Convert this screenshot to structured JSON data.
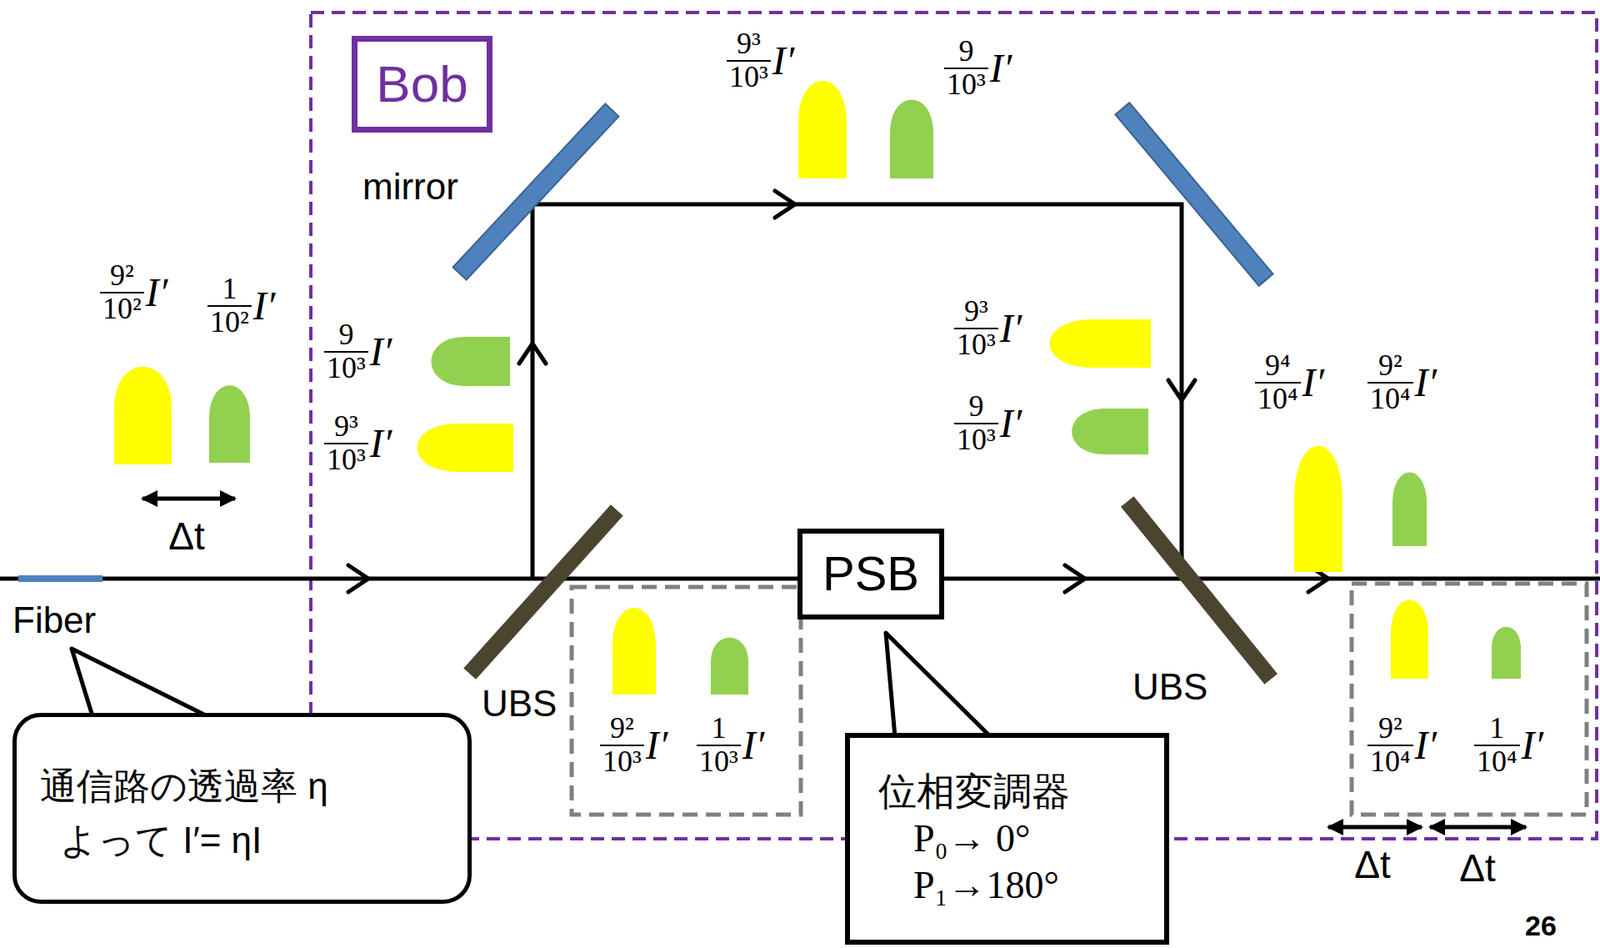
{
  "diagram": {
    "nodes": [
      {
        "text": [
          "Bob"
        ]
      },
      {
        "text": [
          "PSB"
        ]
      },
      {
        "text": [
          "通信路の透過率 η",
          "よって I′= ηI"
        ]
      },
      {
        "text": [
          "位相変調器",
          "P₀→ 0°",
          "P₁→180°"
        ]
      }
    ],
    "labels": [
      "9³",
      "10³",
      "I′",
      "9",
      "10³",
      "I′",
      "mirror",
      "9²",
      "10²",
      "I′",
      "1",
      "10²",
      "I′",
      "9",
      "10³",
      "I′",
      "9³",
      "10³",
      "I′",
      "9³",
      "10³",
      "I′",
      "9",
      "10³",
      "I′",
      "9⁴",
      "10⁴",
      "I′",
      "9²",
      "10⁴",
      "I′",
      "Δt",
      "Fiber",
      "UBS",
      "9²",
      "10³",
      "I′",
      "1",
      "10³",
      "I′",
      "UBS",
      "9²",
      "10⁴",
      "I′",
      "1",
      "10⁴",
      "I′",
      "Δt",
      "Δt",
      "26"
    ]
  }
}
